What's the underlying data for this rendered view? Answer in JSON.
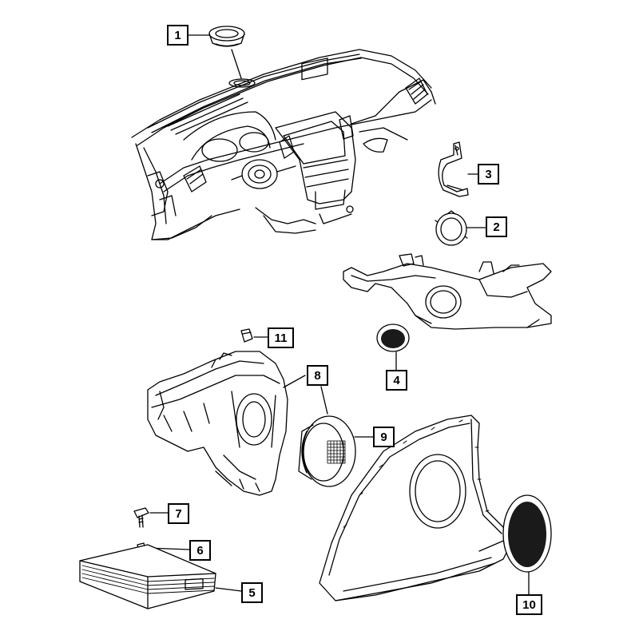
{
  "callouts": {
    "c1": "1",
    "c2": "2",
    "c3": "3",
    "c4": "4",
    "c5": "5",
    "c6": "6",
    "c7": "7",
    "c8": "8",
    "c9": "9",
    "c10": "10",
    "c11": "11"
  },
  "colors": {
    "line": "#000000",
    "background": "#ffffff",
    "speaker_cone": "#1a1a1a"
  }
}
